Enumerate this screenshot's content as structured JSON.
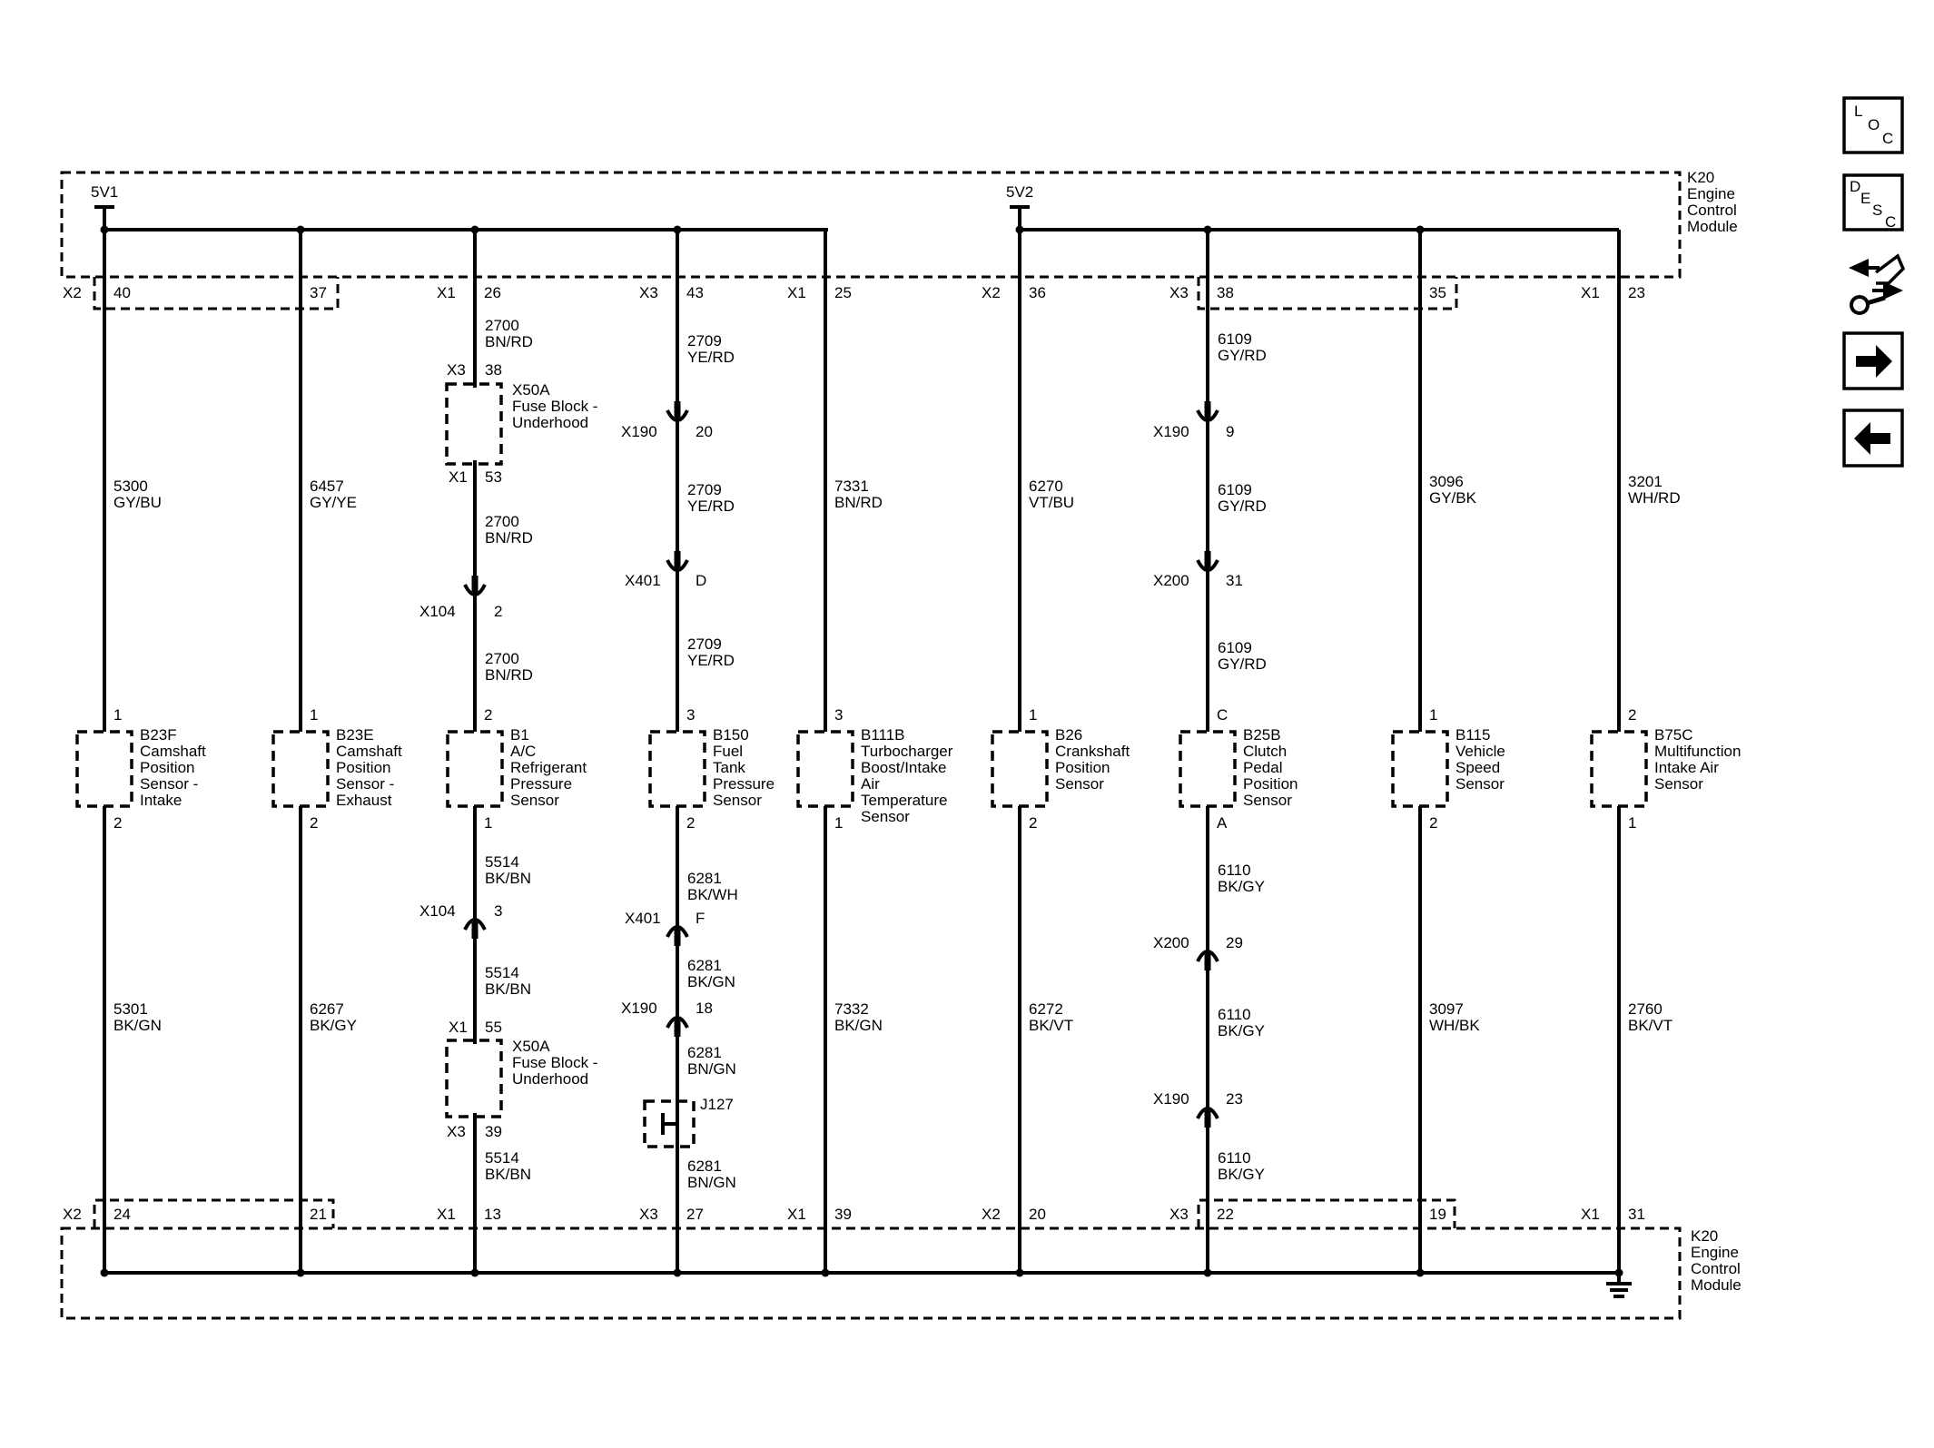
{
  "module": {
    "name_top": [
      "K20",
      "Engine",
      "Control",
      "Module"
    ],
    "name_bottom": [
      "K20",
      "Engine",
      "Control",
      "Module"
    ],
    "refs": [
      "5V1",
      "5V2"
    ]
  },
  "columns": [
    {
      "top_conn": "X2",
      "top_pin": "40",
      "bottom_conn": "X2",
      "bottom_pin": "24",
      "wire_upper": [
        "5300",
        "GY/BU"
      ],
      "wire_lower": [
        "5301",
        "BK/GN"
      ],
      "sensor_pin_top": "1",
      "sensor_pin_bottom": "2",
      "sensor_label": [
        "B23F",
        "Camshaft",
        "Position",
        "Sensor -",
        "Intake"
      ]
    },
    {
      "top_conn": "",
      "top_pin": "37",
      "bottom_conn": "",
      "bottom_pin": "21",
      "wire_upper": [
        "6457",
        "GY/YE"
      ],
      "wire_lower": [
        "6267",
        "BK/GY"
      ],
      "sensor_pin_top": "1",
      "sensor_pin_bottom": "2",
      "sensor_label": [
        "B23E",
        "Camshaft",
        "Position",
        "Sensor -",
        "Exhaust"
      ]
    },
    {
      "top_conn": "X1",
      "top_pin": "26",
      "bottom_conn": "X1",
      "bottom_pin": "13",
      "wire_upper": [
        "2700",
        "BN/RD"
      ],
      "wire_lower": [
        "5514",
        "BK/BN"
      ],
      "sensor_pin_top": "2",
      "sensor_pin_bottom": "1",
      "sensor_label": [
        "B1",
        "A/C",
        "Refrigerant",
        "Pressure",
        "Sensor"
      ]
    },
    {
      "top_conn": "X3",
      "top_pin": "43",
      "bottom_conn": "X3",
      "bottom_pin": "27",
      "wire_upper": [
        "2709",
        "YE/RD"
      ],
      "wire_lower": [
        "6281",
        "BK/WH"
      ],
      "sensor_pin_top": "3",
      "sensor_pin_bottom": "2",
      "sensor_label": [
        "B150",
        "Fuel",
        "Tank",
        "Pressure",
        "Sensor"
      ]
    },
    {
      "top_conn": "X1",
      "top_pin": "25",
      "bottom_conn": "X1",
      "bottom_pin": "39",
      "wire_upper": [
        "7331",
        "BN/RD"
      ],
      "wire_lower": [
        "7332",
        "BK/GN"
      ],
      "sensor_pin_top": "3",
      "sensor_pin_bottom": "1",
      "sensor_label": [
        "B111B",
        "Turbocharger",
        "Boost/Intake",
        "Air",
        "Temperature",
        "Sensor"
      ]
    },
    {
      "top_conn": "X2",
      "top_pin": "36",
      "bottom_conn": "X2",
      "bottom_pin": "20",
      "wire_upper": [
        "6270",
        "VT/BU"
      ],
      "wire_lower": [
        "6272",
        "BK/VT"
      ],
      "sensor_pin_top": "1",
      "sensor_pin_bottom": "2",
      "sensor_label": [
        "B26",
        "Crankshaft",
        "Position",
        "Sensor"
      ]
    },
    {
      "top_conn": "X3",
      "top_pin": "38",
      "bottom_conn": "X3",
      "bottom_pin": "22",
      "wire_upper": [
        "6109",
        "GY/RD"
      ],
      "wire_lower": [
        "6110",
        "BK/GY"
      ],
      "sensor_pin_top": "C",
      "sensor_pin_bottom": "A",
      "sensor_label": [
        "B25B",
        "Clutch",
        "Pedal",
        "Position",
        "Sensor"
      ]
    },
    {
      "top_conn": "",
      "top_pin": "35",
      "bottom_conn": "",
      "bottom_pin": "19",
      "wire_upper": [
        "3096",
        "GY/BK"
      ],
      "wire_lower": [
        "3097",
        "WH/BK"
      ],
      "sensor_pin_top": "1",
      "sensor_pin_bottom": "2",
      "sensor_label": [
        "B115",
        "Vehicle",
        "Speed",
        "Sensor"
      ]
    },
    {
      "top_conn": "X1",
      "top_pin": "23",
      "bottom_conn": "X1",
      "bottom_pin": "31",
      "wire_upper": [
        "3201",
        "WH/RD"
      ],
      "wire_lower": [
        "2760",
        "BK/VT"
      ],
      "sensor_pin_top": "2",
      "sensor_pin_bottom": "1",
      "sensor_label": [
        "B75C",
        "Multifunction",
        "Intake Air",
        "Sensor"
      ]
    }
  ],
  "col3_extra": {
    "fuse_top": {
      "conn_top": "X3",
      "pin_top": "38",
      "conn_bottom": "X1",
      "pin_bottom": "53",
      "label": [
        "X50A",
        "Fuse Block -",
        "Underhood"
      ]
    },
    "wire_mid1": [
      "2700",
      "BN/RD"
    ],
    "inline_top": {
      "conn": "X104",
      "pin": "2"
    },
    "wire_mid2": [
      "2700",
      "BN/RD"
    ],
    "inline_bottom": {
      "conn": "X104",
      "pin": "3"
    },
    "wire_low2": [
      "5514",
      "BK/BN"
    ],
    "fuse_bottom": {
      "conn_top": "X1",
      "pin_top": "55",
      "conn_bottom": "X3",
      "pin_bottom": "39",
      "label": [
        "X50A",
        "Fuse Block -",
        "Underhood"
      ]
    },
    "wire_low3": [
      "5514",
      "BK/BN"
    ]
  },
  "col4_extra": {
    "inline1": {
      "conn": "X190",
      "pin": "20"
    },
    "wire_mid1": [
      "2709",
      "YE/RD"
    ],
    "inline2": {
      "conn": "X401",
      "pin": "D"
    },
    "wire_mid2": [
      "2709",
      "YE/RD"
    ],
    "inline3": {
      "conn": "X401",
      "pin": "F"
    },
    "wire_low2": [
      "6281",
      "BK/GN"
    ],
    "inline4": {
      "conn": "X190",
      "pin": "18"
    },
    "wire_low3": [
      "6281",
      "BN/GN"
    ],
    "splice": "J127",
    "wire_low4": [
      "6281",
      "BN/GN"
    ]
  },
  "col7_extra": {
    "inline1": {
      "conn": "X190",
      "pin": "9"
    },
    "wire_mid1": [
      "6109",
      "GY/RD"
    ],
    "inline2": {
      "conn": "X200",
      "pin": "31"
    },
    "wire_mid2": [
      "6109",
      "GY/RD"
    ],
    "inline3": {
      "conn": "X200",
      "pin": "29"
    },
    "wire_low2": [
      "6110",
      "BK/GY"
    ],
    "inline4": {
      "conn": "X190",
      "pin": "23"
    },
    "wire_low3": [
      "6110",
      "BK/GY"
    ]
  },
  "nav": {
    "loc": [
      "L",
      "O",
      "C"
    ],
    "desc": [
      "D",
      "E",
      "S",
      "C"
    ]
  }
}
